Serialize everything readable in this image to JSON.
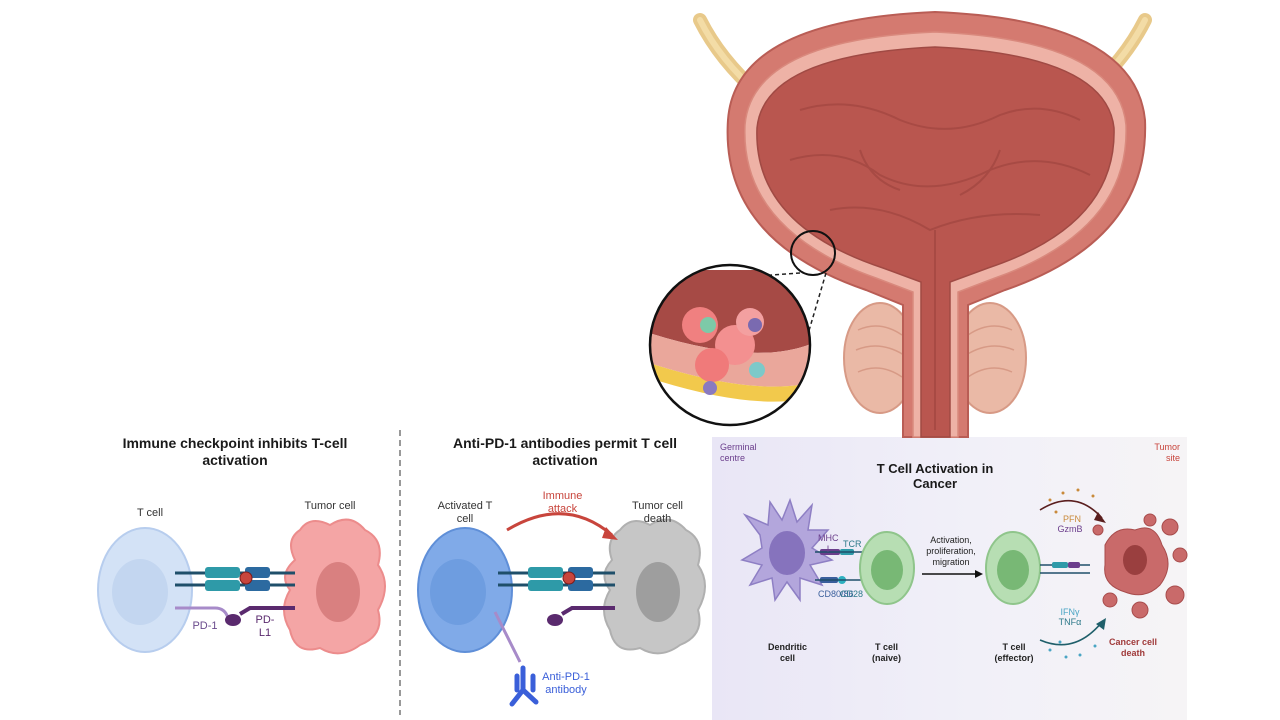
{
  "panel_left": {
    "title": "Immune checkpoint inhibits T-cell activation",
    "t_cell_label": "T cell",
    "tumor_cell_label": "Tumor cell",
    "pd1_label": "PD-1",
    "pdl1_label": "PD-L1"
  },
  "panel_middle": {
    "title": "Anti-PD-1 antibodies permit T cell activation",
    "activated_t_cell_label": "Activated T cell",
    "immune_attack_label": "Immune attack",
    "tumor_death_label": "Tumor cell death",
    "antibody_label": "Anti-PD-1 antibody"
  },
  "panel_right": {
    "title": "T Cell Activation in Cancer",
    "germinal_label": "Germinal centre",
    "tumor_site_label": "Tumor site",
    "mhc_label": "MHC I",
    "tcr_label": "TCR",
    "cd80_label": "CD80/86",
    "cd28_label": "CD28",
    "activation_label": "Activation, proliferation, migration",
    "dendritic_label": "Dendritic cell",
    "naive_label": "T cell (naive)",
    "effector_label": "T cell (effector)",
    "pfn_label": "PFN",
    "gzmb_label": "GzmB",
    "ifn_label": "IFNγ",
    "tnf_label": "TNFα",
    "cancer_death_label": "Cancer cell death"
  },
  "colors": {
    "bladder": "#c0655e",
    "bladder_wall": "#e6a79d",
    "tumor_cell": "#f08c8c",
    "t_cell": "#cfe0f5",
    "activated_t_cell": "#7ea8e6",
    "dead_cell": "#c4c4c4",
    "receptor_teal": "#2a8c9c",
    "pd1_purple": "#5a2a6e",
    "antibody_blue": "#3a5fd9",
    "attack_red": "#c8453c"
  }
}
